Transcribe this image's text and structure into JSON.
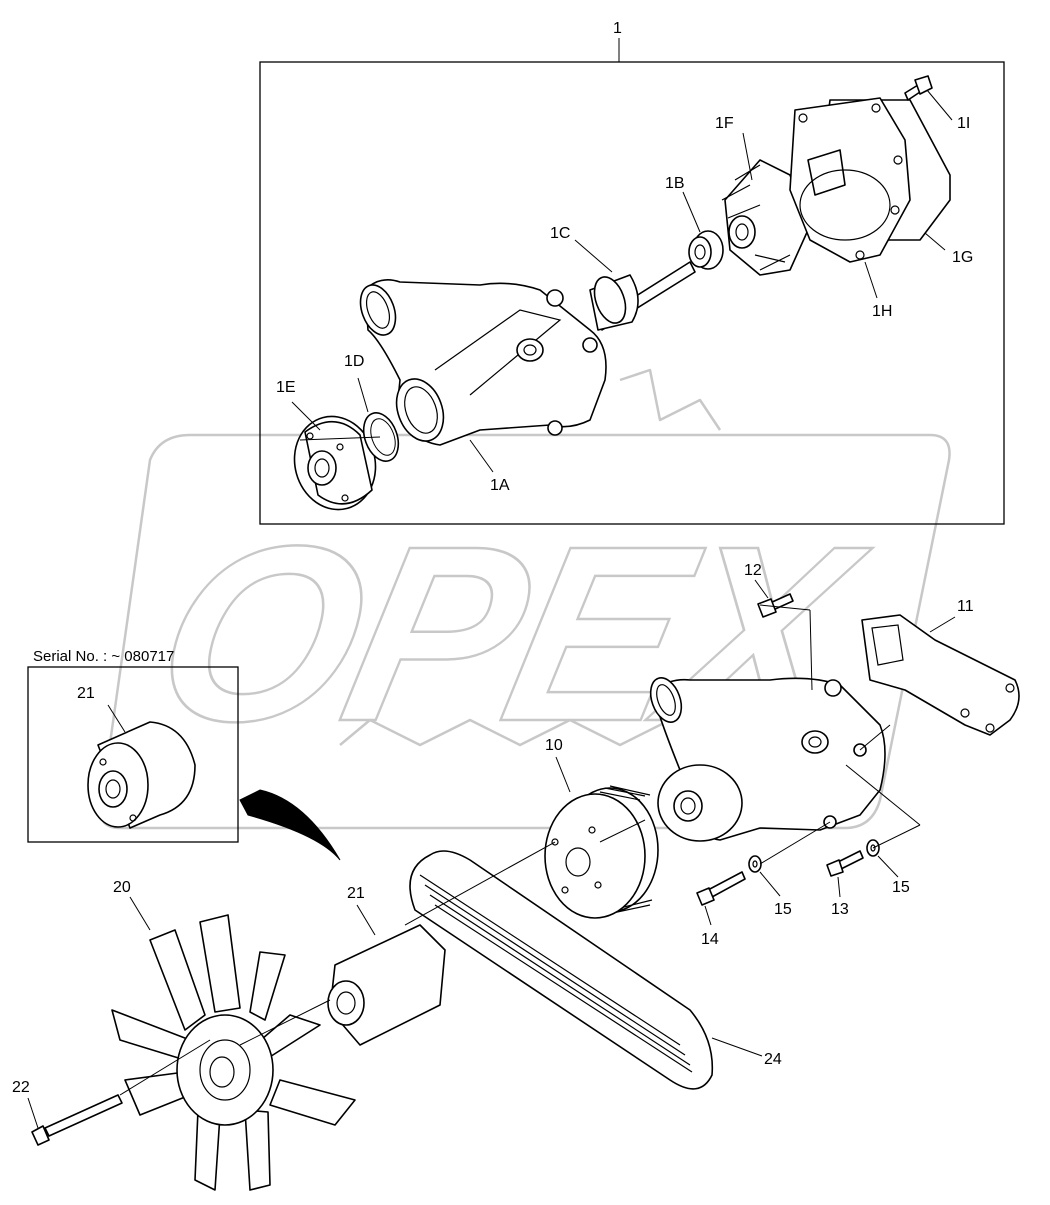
{
  "watermark": {
    "text": "OPEX"
  },
  "serial_note": {
    "text": "Serial No. : ~ 080717"
  },
  "callouts": {
    "c1": "1",
    "c1A": "1A",
    "c1B": "1B",
    "c1C": "1C",
    "c1D": "1D",
    "c1E": "1E",
    "c1F": "1F",
    "c1G": "1G",
    "c1H": "1H",
    "c1I": "1I",
    "c10": "10",
    "c11": "11",
    "c12": "12",
    "c13": "13",
    "c14": "14",
    "c15a": "15",
    "c15b": "15",
    "c20": "20",
    "c21a": "21",
    "c21b": "21",
    "c22": "22",
    "c24": "24"
  },
  "colors": {
    "line": "#000000",
    "watermark": "#c8c8c8",
    "background": "#ffffff"
  }
}
